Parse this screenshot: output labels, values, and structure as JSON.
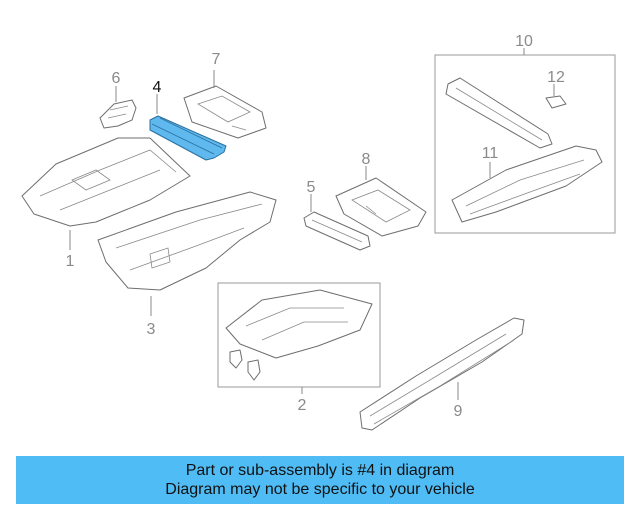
{
  "callouts": {
    "c1": "1",
    "c2": "2",
    "c3": "3",
    "c4": "4",
    "c5": "5",
    "c6": "6",
    "c7": "7",
    "c8": "8",
    "c9": "9",
    "c10": "10",
    "c11": "11",
    "c12": "12"
  },
  "highlighted_part": "4",
  "colors": {
    "highlight": "#5fb8ee",
    "banner": "#4fbcf5",
    "line": "#6e6e6e"
  },
  "banner": {
    "line1": "Part or sub-assembly is #4 in diagram",
    "line2": "Diagram may not be specific to your vehicle"
  }
}
